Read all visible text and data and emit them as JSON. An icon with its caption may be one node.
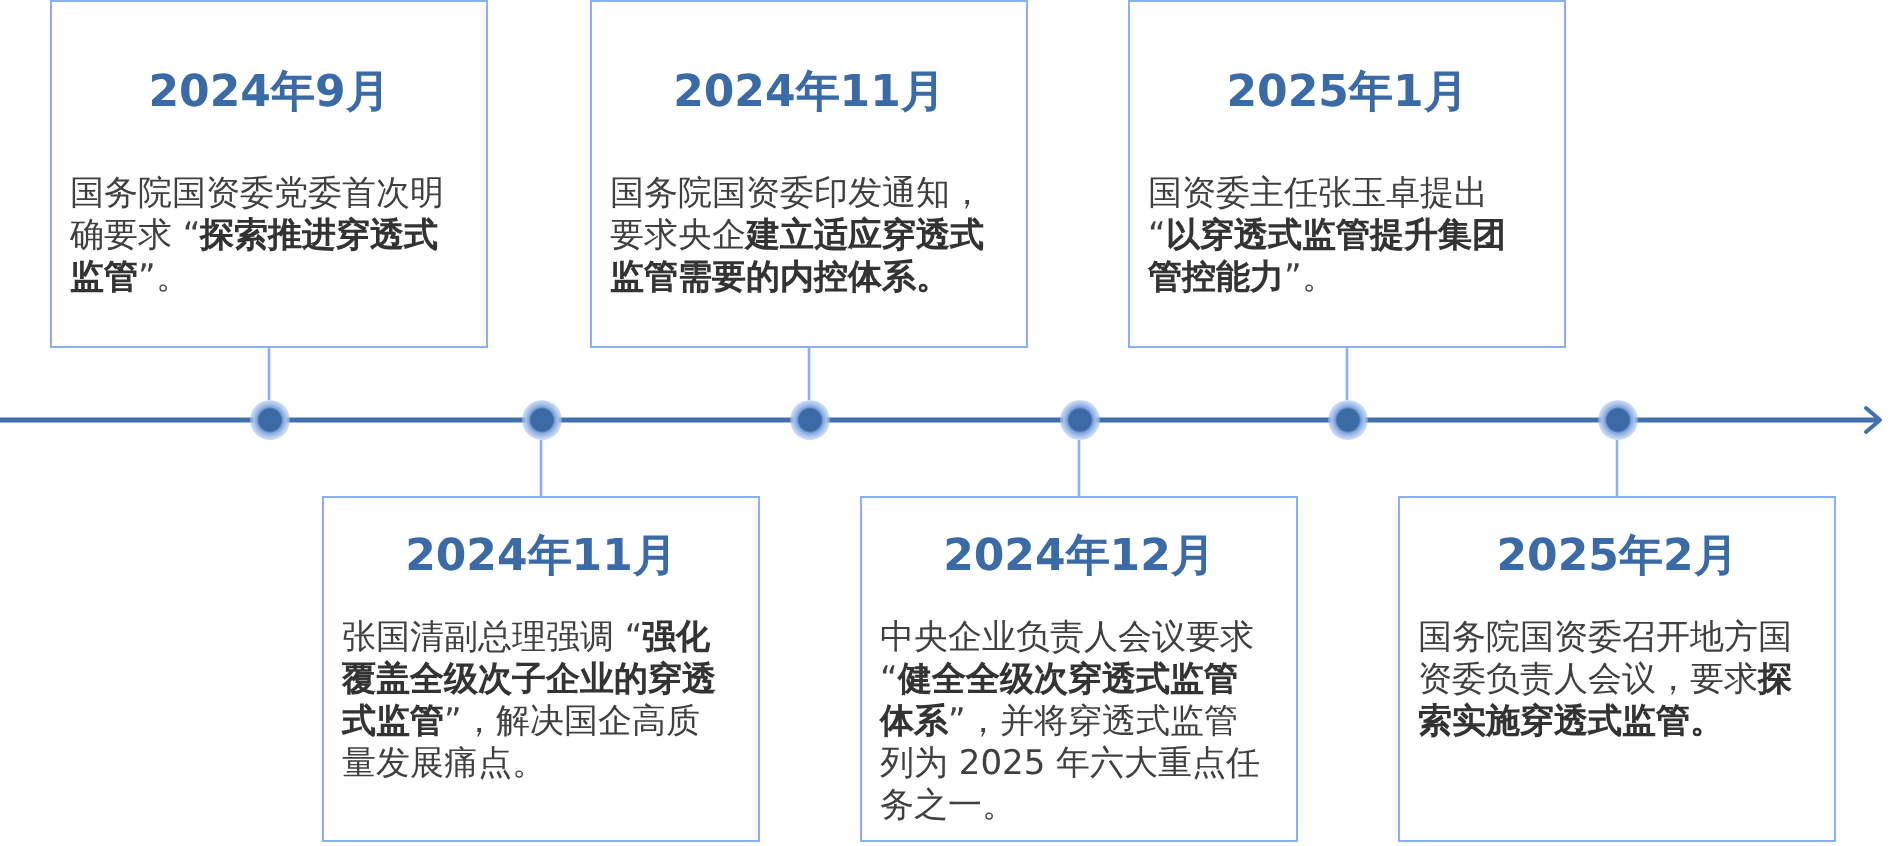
{
  "diagram": {
    "nodes": [
      {
        "text": [
          "2024年9月",
          "国务院国资委党委首次明确要求 “**探索推进穿透式监管**”。"
        ]
      },
      {
        "text": [
          "2024年11月",
          "张国清副总理强调 “**强化覆盖全级次子企业的穿透式监管**”，解决国企高质量发展痛点。"
        ]
      },
      {
        "text": [
          "2024年11月",
          "国务院国资委印发通知，要求央企**建立适应穿透式监管需要的内控体系。**"
        ]
      },
      {
        "text": [
          "2024年12月",
          "中央企业负责人会议要求 “**健全全级次穿透式监管体系**”，并将穿透式监管列为 2025 年六大重点任务之一。"
        ]
      },
      {
        "text": [
          "2025年1月",
          "国资委主任张玉卓提出 “**以穿透式监管提升集团管控能力**”。"
        ]
      },
      {
        "text": [
          "2025年2月",
          "国务院国资委召开地方国资委负责人会议，要求**探索实施穿透式监管。**"
        ]
      },
      {
        "text": [],
        "shape": "circle"
      },
      {
        "text": [],
        "shape": "circle"
      },
      {
        "text": [],
        "shape": "circle"
      },
      {
        "text": [],
        "shape": "circle"
      },
      {
        "text": [],
        "shape": "circle"
      },
      {
        "text": [],
        "shape": "circle"
      }
    ],
    "edges": [
      {
        "from": 0,
        "to": 6,
        "arrow": "none"
      },
      {
        "from": 1,
        "to": 7,
        "arrow": "none"
      },
      {
        "from": 2,
        "to": 8,
        "arrow": "none"
      },
      {
        "from": 3,
        "to": 9,
        "arrow": "none"
      },
      {
        "from": 4,
        "to": 10,
        "arrow": "none"
      },
      {
        "from": 5,
        "to": 11,
        "arrow": "none"
      }
    ]
  }
}
